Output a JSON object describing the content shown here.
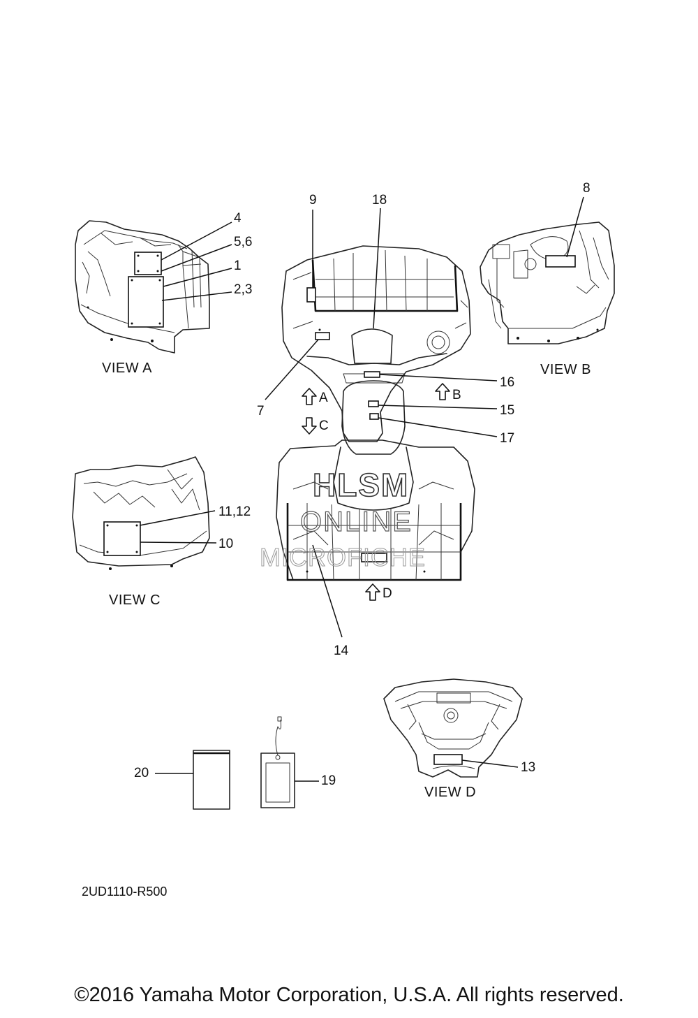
{
  "callouts": {
    "c1": "1",
    "c23": "2,3",
    "c4": "4",
    "c56": "5,6",
    "c7": "7",
    "c8": "8",
    "c9": "9",
    "c10": "10",
    "c1112": "11,12",
    "c13": "13",
    "c14": "14",
    "c15": "15",
    "c16": "16",
    "c17": "17",
    "c18": "18",
    "c19": "19",
    "c20": "20"
  },
  "views": {
    "a": "VIEW A",
    "b": "VIEW B",
    "c": "VIEW C",
    "d": "VIEW D"
  },
  "arrows": {
    "a": "A",
    "b": "B",
    "c": "C",
    "d": "D"
  },
  "watermark": {
    "line1": "HLSM",
    "line2": "ONLINE",
    "line3": "MICROFICHE"
  },
  "part_code": "2UD1110-R500",
  "copyright": "©2016 Yamaha Motor Corporation, U.S.A. All rights reserved."
}
